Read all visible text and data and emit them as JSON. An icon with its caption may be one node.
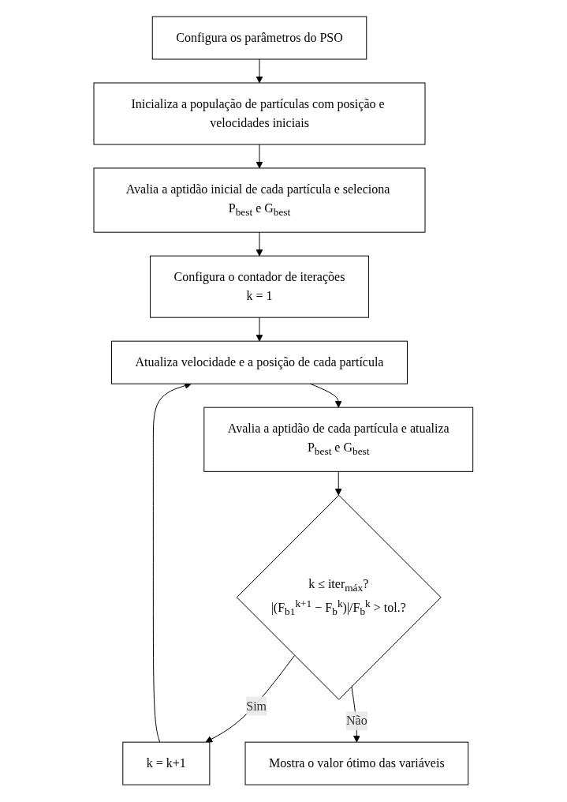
{
  "diagram": {
    "nodes": [
      {
        "text": [
          "Configura os parâmetros do PSO"
        ]
      },
      {
        "text": [
          "Inicializa a população de partículas com posição e velocidades iniciais"
        ]
      },
      {
        "text": [
          "Avalia a aptidão inicial de cada partícula e seleciona P$_{best}$ e G$_{best}$"
        ]
      },
      {
        "text": [
          "Configura o contador de iterações",
          "k = 1"
        ]
      },
      {
        "text": [
          "Atualiza velocidade e a posição de cada partícula"
        ]
      },
      {
        "text": [
          "Avalia a aptidão de cada partícula e atualiza",
          "P$_{best}$ e G$_{best}$"
        ]
      },
      {
        "text": [
          "k ≤ iter$_{máx}$?",
          "|(F$_{b1}$$^{k+1}$ − F$_{b}$$^{k}$)|/F$_{b}$$^{k}$ > tol.?"
        ]
      },
      {
        "text": [
          "k = k+1"
        ]
      },
      {
        "text": [
          "Mostra o valor ótimo das variáveis"
        ]
      }
    ],
    "edges": [
      {
        "from": 0,
        "to": 1,
        "arrow": "to"
      },
      {
        "from": 1,
        "to": 2,
        "arrow": "to"
      },
      {
        "from": 2,
        "to": 3,
        "arrow": "to"
      },
      {
        "from": 3,
        "to": 4,
        "arrow": "to"
      },
      {
        "from": 4,
        "to": 5,
        "arrow": "to"
      },
      {
        "from": 5,
        "to": 6,
        "arrow": "to"
      },
      {
        "from": 6,
        "to": 7,
        "label": "Sim",
        "arrow": "to"
      },
      {
        "from": 7,
        "to": 4,
        "arrow": "to"
      },
      {
        "from": 6,
        "to": 8,
        "label": "Não",
        "arrow": "to"
      }
    ]
  }
}
